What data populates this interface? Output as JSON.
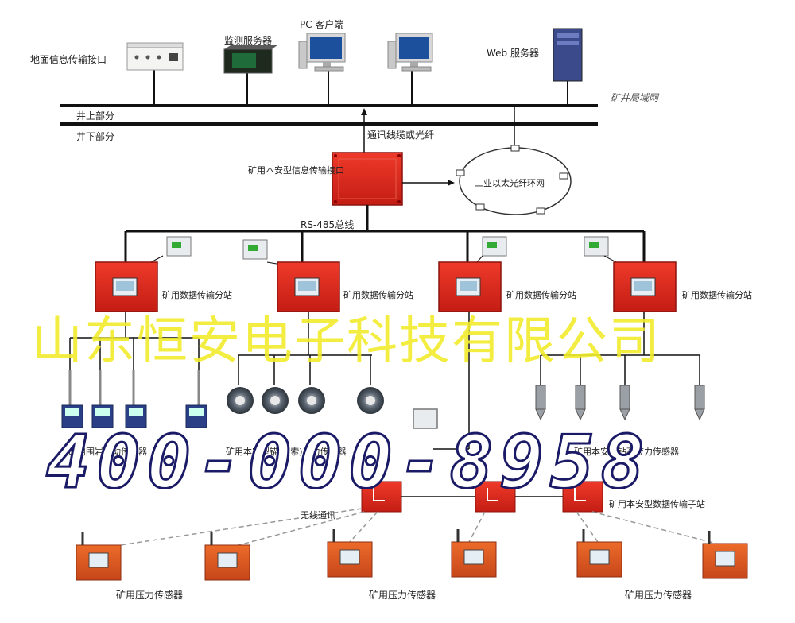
{
  "labels": {
    "ground_interface": "地面信息传输接口",
    "monitor_server": "监测服务器",
    "pc_client": "PC 客户端",
    "web_server": "Web 服务器",
    "mine_lan": "矿井局域网",
    "above_ground": "井上部分",
    "below_ground": "井下部分",
    "comm_cable": "通讯线缆或光纤",
    "safe_interface": "矿用本安型信息传输接口",
    "ethernet_ring": "工业以太光纤环网",
    "rs485": "RS-485总线",
    "substation_1": "矿用数据传输分站",
    "substation_2": "矿用数据传输分站",
    "substation_3": "矿用数据传输分站",
    "substation_4": "矿用数据传输分站",
    "roof_sensor": "矿用围岩移动传感器",
    "anchor_sensor": "矿用本安型锚杆(索)应力传感器",
    "borehole_sensor": "矿用本安型钻孔应力传感器",
    "wireless": "无线通讯",
    "sub_station": "矿用本安型数据传输子站",
    "pressure_1": "矿用压力传感器",
    "pressure_2": "矿用压力传感器",
    "pressure_3": "矿用压力传感器"
  },
  "watermark": {
    "company": "山东恒安电子科技有限公司",
    "phone": "400-000-8958"
  },
  "colors": {
    "device_red": "#d8261c",
    "sensor_orange": "#d9531a",
    "line": "#111111",
    "watermark_yellow": "#f1ec2c",
    "watermark_outline": "#1a1a66"
  }
}
